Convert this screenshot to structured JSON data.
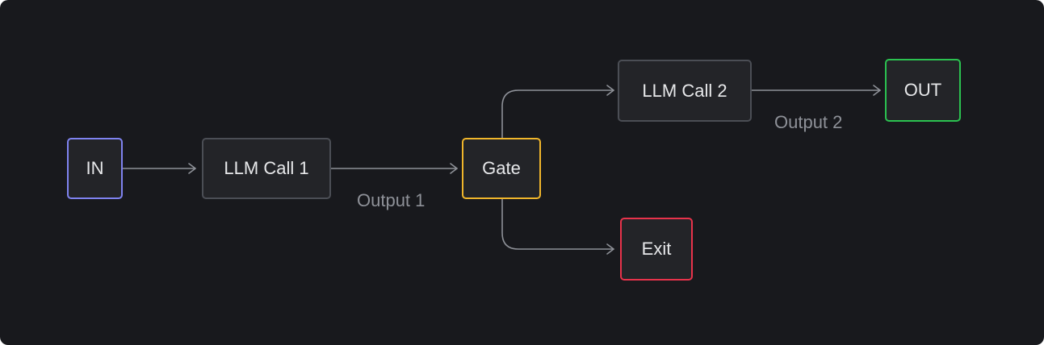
{
  "nodes": {
    "in": {
      "label": "IN",
      "border": "#7f83f0"
    },
    "llm_call_1": {
      "label": "LLM Call 1",
      "border": "#4b4e55"
    },
    "gate": {
      "label": "Gate",
      "border": "#f0b62b"
    },
    "llm_call_2": {
      "label": "LLM Call 2",
      "border": "#4b4e55"
    },
    "out": {
      "label": "OUT",
      "border": "#2bc250"
    },
    "exit": {
      "label": "Exit",
      "border": "#e8334b"
    }
  },
  "edge_labels": {
    "output_1": "Output 1",
    "output_2": "Output 2"
  },
  "colors": {
    "background": "#18191d",
    "node_fill": "#232428",
    "edge": "#8e9198",
    "text": "#e7e8ea",
    "muted_text": "#8e9198"
  }
}
